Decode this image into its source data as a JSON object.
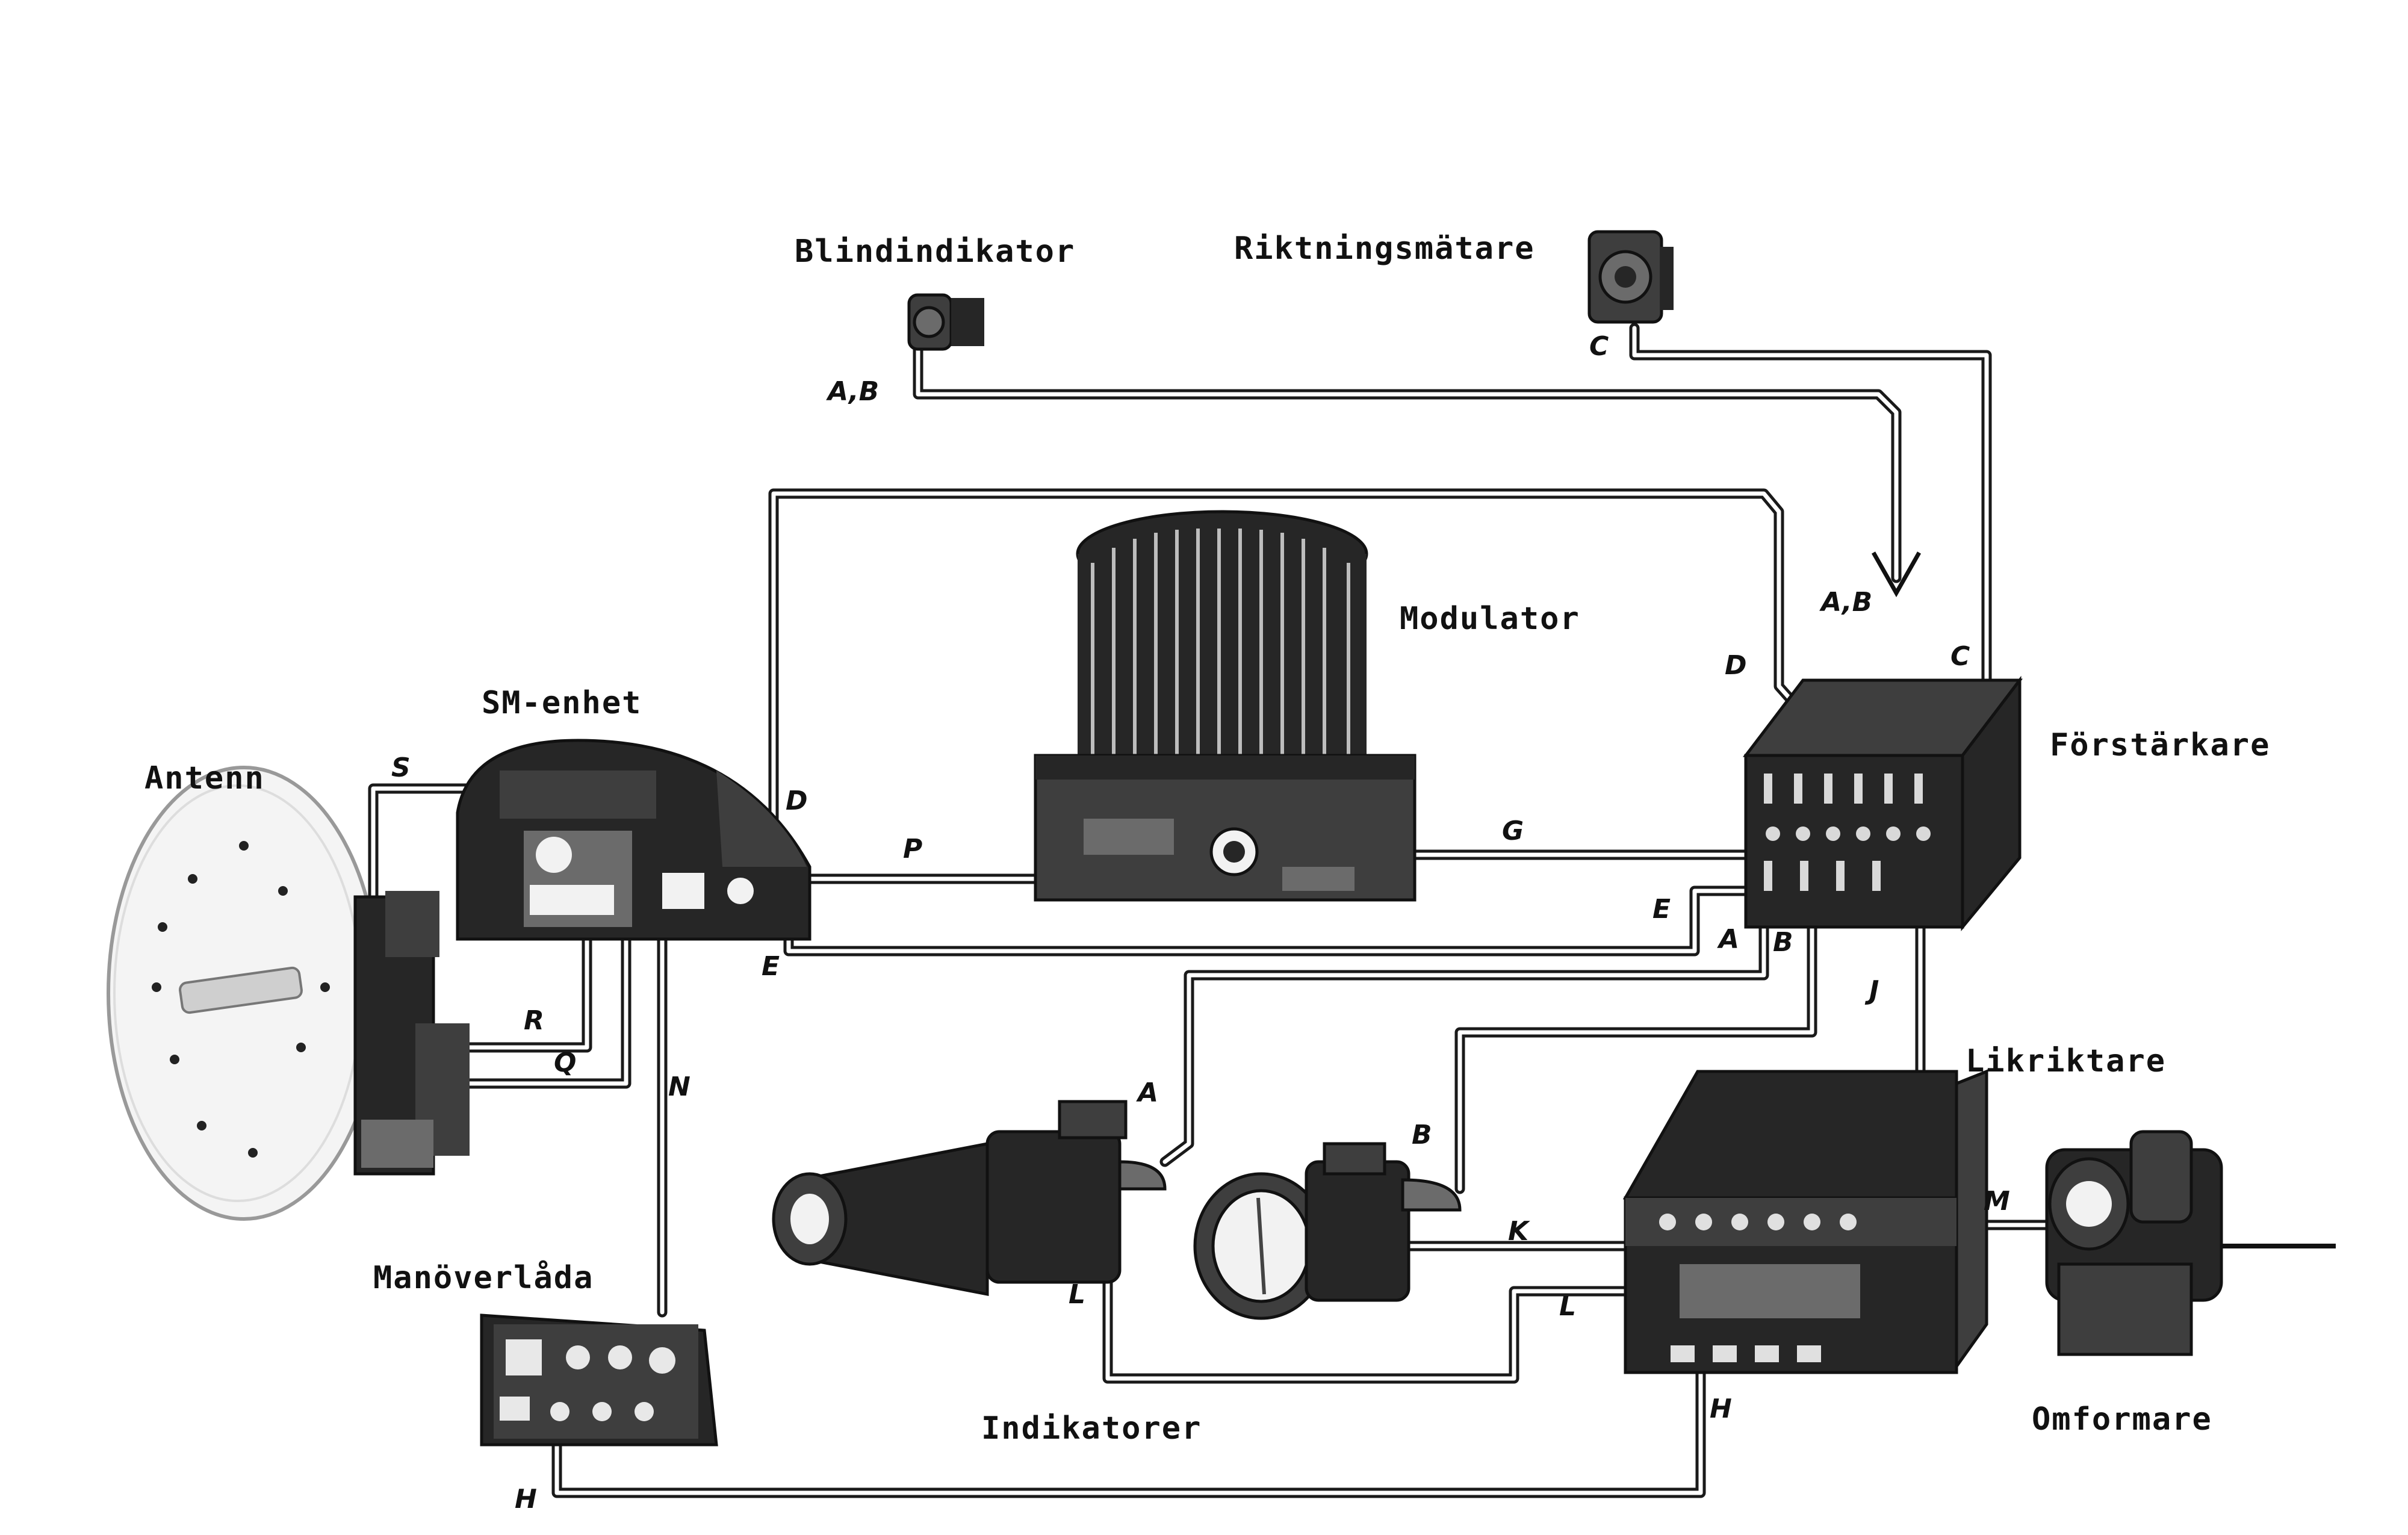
{
  "diagram": {
    "components": {
      "blindindikator": "Blindindikator",
      "riktningsmatare": "Riktningsmätare",
      "modulator": "Modulator",
      "sm_enhet": "SM-enhet",
      "antenn": "Antenn",
      "forstarkare": "Förstärkare",
      "likriktare": "Likriktare",
      "manoverlada": "Manöverlåda",
      "indikatorer": "Indikatorer",
      "omformare": "Omformare"
    },
    "wire_labels": {
      "ab_blind": "A,B",
      "c_rikt": "C",
      "ab_arrow": "A,B",
      "d_forst": "D",
      "c_forst": "C",
      "s": "S",
      "d_sm": "D",
      "p": "P",
      "g": "G",
      "e_sm": "E",
      "e_forst": "E",
      "a_forst": "A",
      "b_forst": "B",
      "j": "J",
      "r": "R",
      "q": "Q",
      "n": "N",
      "a_ind": "A",
      "b_ind": "B",
      "k": "K",
      "m": "M",
      "l_ind": "L",
      "l_lik": "L",
      "h_lik": "H",
      "h_man": "H"
    }
  }
}
